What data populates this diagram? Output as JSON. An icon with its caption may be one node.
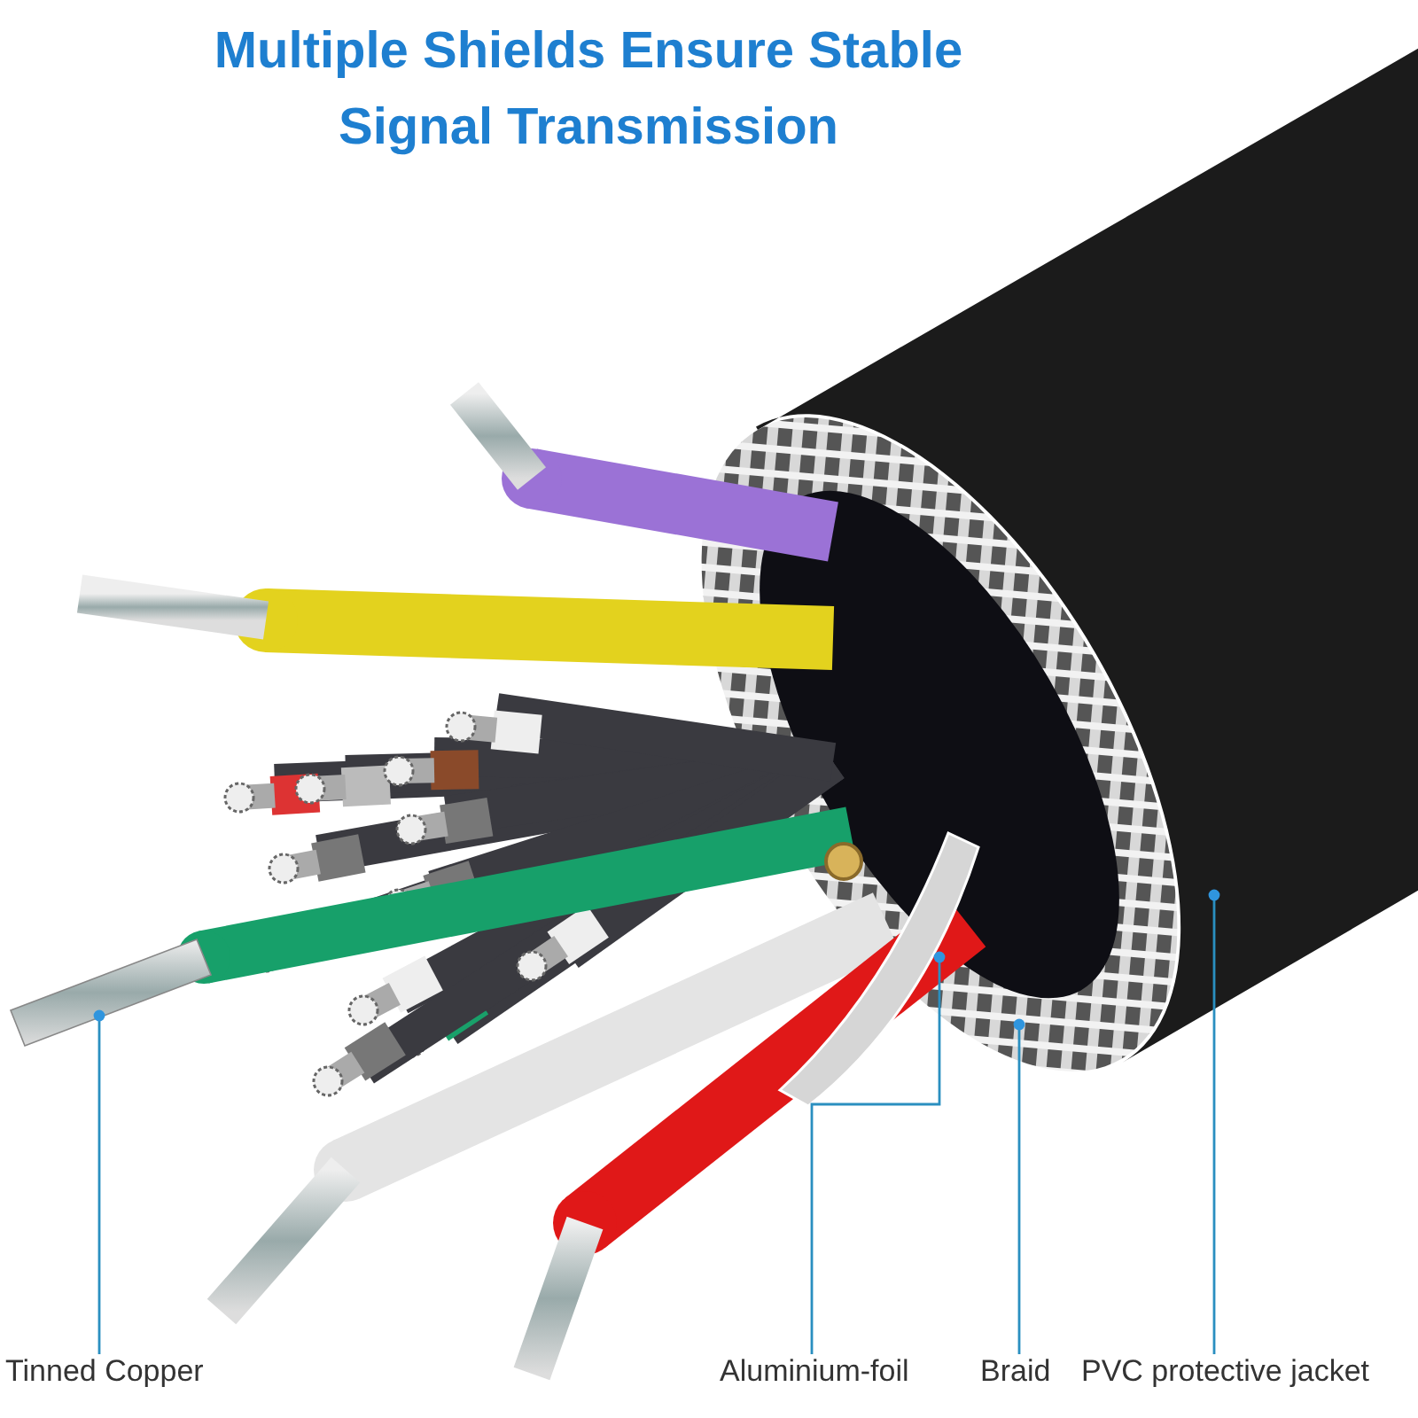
{
  "diagram": {
    "title": "Multiple Shields Ensure Stable Signal Transmission",
    "nodes": [
      {
        "text": [
          "Tinned Copper"
        ]
      },
      {
        "text": [
          "Aluminium-foil"
        ]
      },
      {
        "text": [
          "Braid"
        ]
      },
      {
        "text": [
          "PVC protective jacket"
        ]
      },
      {
        "text": [],
        "shape": "picture"
      },
      {
        "text": [],
        "shape": "picture"
      },
      {
        "text": [],
        "shape": "picture"
      },
      {
        "text": [],
        "shape": "picture"
      }
    ],
    "edges": [
      {
        "from": 0,
        "to": 4,
        "arrow": "other"
      },
      {
        "from": 1,
        "to": 5,
        "arrow": "other"
      },
      {
        "from": 2,
        "to": 6,
        "arrow": "other"
      },
      {
        "from": 3,
        "to": 7,
        "arrow": "other"
      }
    ]
  }
}
